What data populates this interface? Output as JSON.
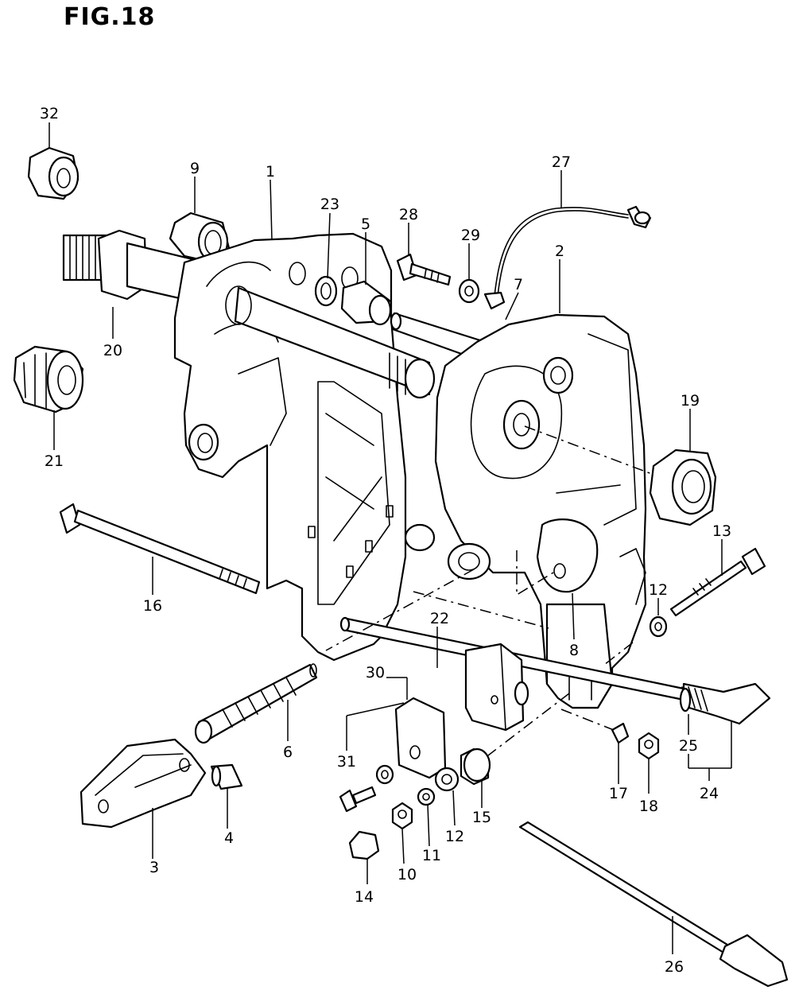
{
  "figure": {
    "title": "FIG.18"
  },
  "callouts": {
    "c1": "1",
    "c2": "2",
    "c3": "3",
    "c4": "4",
    "c5": "5",
    "c6": "6",
    "c7": "7",
    "c8": "8",
    "c9": "9",
    "c10": "10",
    "c11": "11",
    "c12a": "12",
    "c12b": "12",
    "c13": "13",
    "c14": "14",
    "c15": "15",
    "c16": "16",
    "c17": "17",
    "c18": "18",
    "c19": "19",
    "c20": "20",
    "c21": "21",
    "c22": "22",
    "c23": "23",
    "c24": "24",
    "c25": "25",
    "c26": "26",
    "c27": "27",
    "c28": "28",
    "c29": "29",
    "c30": "30",
    "c31": "31",
    "c32": "32"
  }
}
